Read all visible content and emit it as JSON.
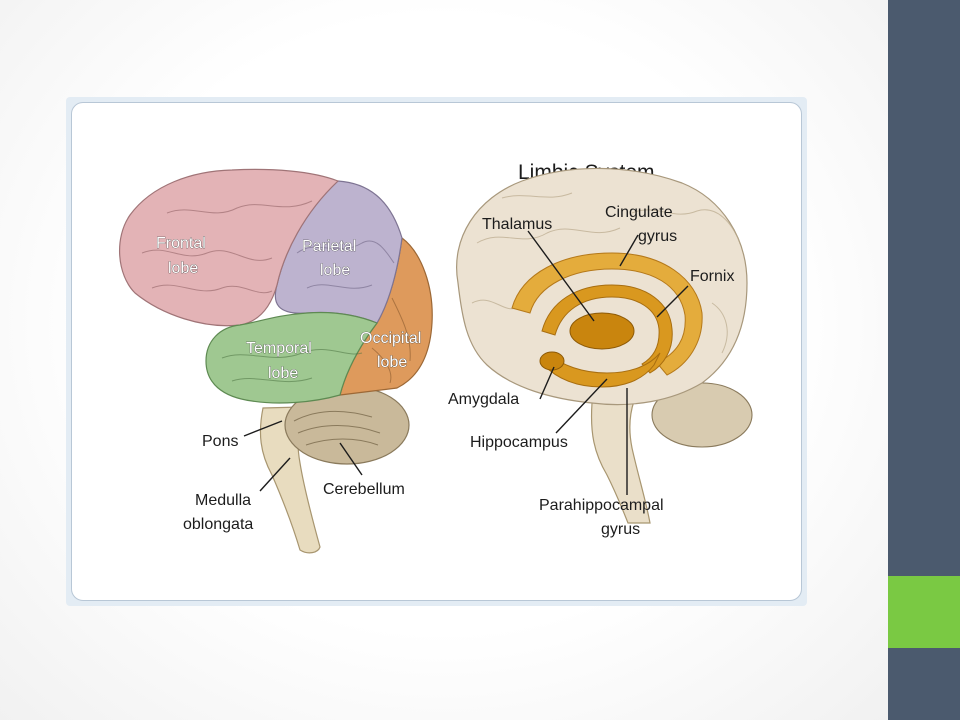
{
  "slide": {
    "colors": {
      "sidebar": "#4b5a6e",
      "accent": "#7ac943",
      "frame": "#e3ecf4"
    }
  },
  "figure": {
    "left_brain": {
      "lobes": [
        {
          "line1": "Frontal",
          "line2": "lobe",
          "color": "#e3b3b6"
        },
        {
          "line1": "Parietal",
          "line2": "lobe",
          "color": "#bdb3cf"
        },
        {
          "line1": "Temporal",
          "line2": "lobe",
          "color": "#9fc891"
        },
        {
          "line1": "Occipital",
          "line2": "lobe",
          "color": "#de9a5c"
        }
      ],
      "labels": {
        "pons": "Pons",
        "medulla_line1": "Medulla",
        "medulla_line2": "oblongata",
        "cerebellum": "Cerebellum"
      }
    },
    "right_brain": {
      "title": "Limbic System",
      "labels": {
        "thalamus": "Thalamus",
        "cingulate_line1": "Cingulate",
        "cingulate_line2": "gyrus",
        "fornix": "Fornix",
        "amygdala": "Amygdala",
        "hippocampus": "Hippocampus",
        "parahippocampal_line1": "Parahippocampal",
        "parahippocampal_line2": "gyrus"
      },
      "colors": {
        "brain": "#ece2d2",
        "limbic": "#d9981f"
      }
    }
  }
}
